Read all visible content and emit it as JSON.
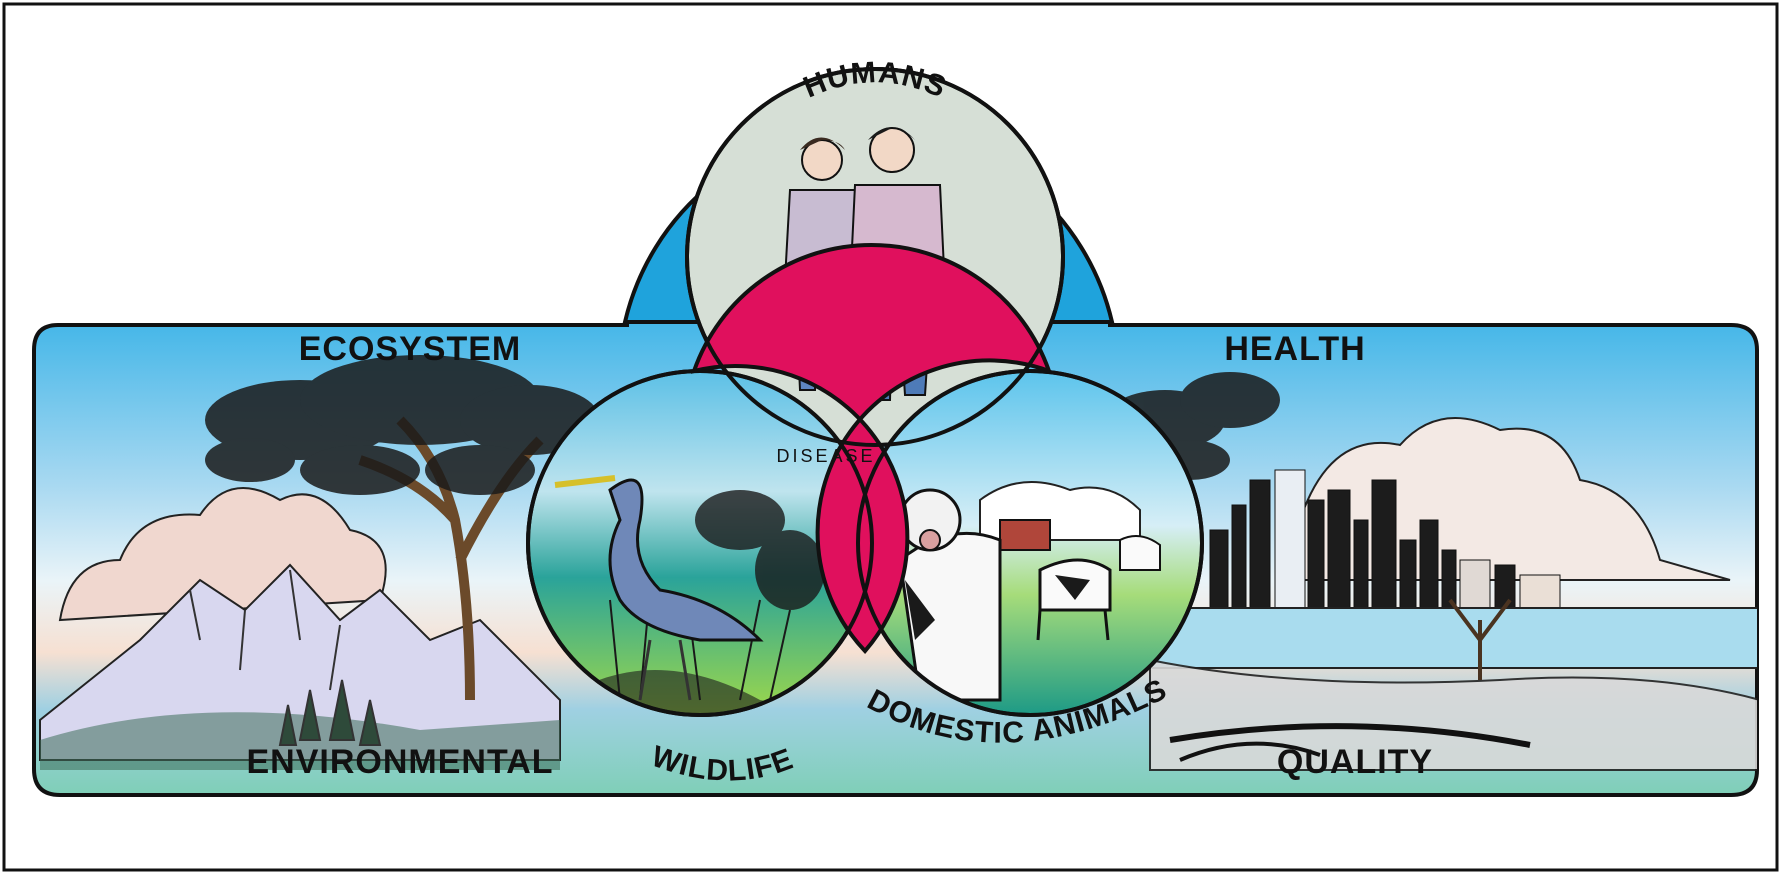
{
  "labels": {
    "humans": "HUMANS",
    "ecosystem": "ECOSYSTEM",
    "health": "HEALTH",
    "environmental": "ENVIRONMENTAL",
    "quality": "QUALITY",
    "wildlife": "WILDLIFE",
    "domestic_animals": "DOMESTIC ANIMALS",
    "disease": "DISEASE"
  },
  "colors": {
    "arch_blue": "#1fa3dc",
    "disease_magenta": "#e0105d",
    "outline": "#111111"
  }
}
